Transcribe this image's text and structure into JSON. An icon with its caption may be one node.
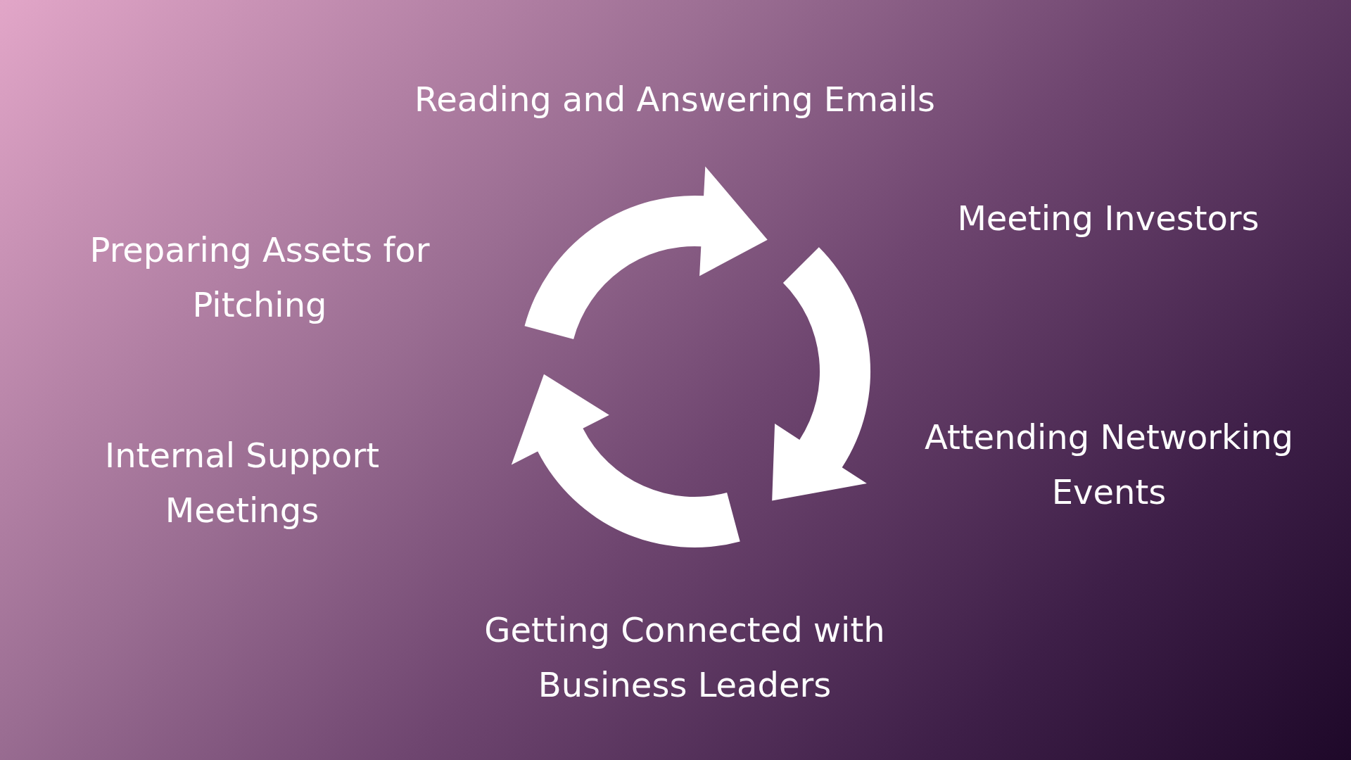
{
  "diagram": {
    "labels": [
      "Reading and Answering Emails",
      "Meeting Investors",
      "Preparing Assets for Pitching",
      "Attending Networking Events",
      "Internal Support Meetings",
      "Getting Connected with Business Leaders"
    ]
  }
}
